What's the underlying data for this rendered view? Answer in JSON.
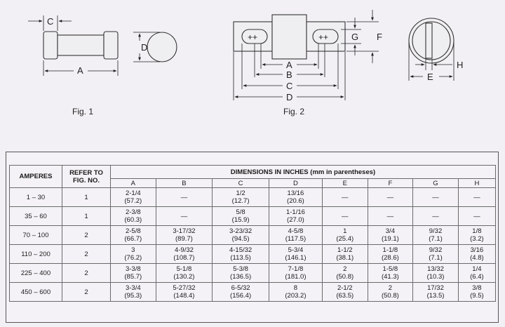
{
  "figures": {
    "fig1": {
      "caption": "Fig. 1",
      "labels": {
        "c": "C",
        "d": "D",
        "a": "A"
      }
    },
    "fig2": {
      "caption": "Fig. 2",
      "labels": {
        "a": "A",
        "b": "B",
        "c": "C",
        "d": "D",
        "g": "G",
        "f": "F"
      },
      "terminal_marks": "++"
    },
    "fig3": {
      "labels": {
        "e": "E",
        "h": "H"
      }
    }
  },
  "table": {
    "col_amperes": "AMPERES",
    "col_refer": "REFER TO FIG. NO.",
    "dimensions_heading": "DIMENSIONS IN INCHES (mm in parentheses)",
    "dim_columns": [
      "A",
      "B",
      "C",
      "D",
      "E",
      "F",
      "G",
      "H"
    ],
    "rows": [
      {
        "amperes": "1 – 30",
        "fig": "1",
        "dims": [
          [
            "2-1/4",
            "(57.2)"
          ],
          [
            "—",
            ""
          ],
          [
            "1/2",
            "(12.7)"
          ],
          [
            "13/16",
            "(20.6)"
          ],
          [
            "—",
            ""
          ],
          [
            "—",
            ""
          ],
          [
            "—",
            ""
          ],
          [
            "—",
            ""
          ]
        ]
      },
      {
        "amperes": "35 – 60",
        "fig": "1",
        "dims": [
          [
            "2-3/8",
            "(60.3)"
          ],
          [
            "—",
            ""
          ],
          [
            "5/8",
            "(15.9)"
          ],
          [
            "1-1/16",
            "(27.0)"
          ],
          [
            "—",
            ""
          ],
          [
            "—",
            ""
          ],
          [
            "—",
            ""
          ],
          [
            "—",
            ""
          ]
        ]
      },
      {
        "amperes": "70 – 100",
        "fig": "2",
        "dims": [
          [
            "2-5/8",
            "(66.7)"
          ],
          [
            "3-17/32",
            "(89.7)"
          ],
          [
            "3-23/32",
            "(94.5)"
          ],
          [
            "4-5/8",
            "(117.5)"
          ],
          [
            "1",
            "(25.4)"
          ],
          [
            "3/4",
            "(19.1)"
          ],
          [
            "9/32",
            "(7.1)"
          ],
          [
            "1/8",
            "(3.2)"
          ]
        ]
      },
      {
        "amperes": "110 – 200",
        "fig": "2",
        "dims": [
          [
            "3",
            "(76.2)"
          ],
          [
            "4-9/32",
            "(108.7)"
          ],
          [
            "4-15/32",
            "(113.5)"
          ],
          [
            "5-3/4",
            "(146.1)"
          ],
          [
            "1-1/2",
            "(38.1)"
          ],
          [
            "1-1/8",
            "(28.6)"
          ],
          [
            "9/32",
            "(7.1)"
          ],
          [
            "3/16",
            "(4.8)"
          ]
        ]
      },
      {
        "amperes": "225 – 400",
        "fig": "2",
        "dims": [
          [
            "3-3/8",
            "(85.7)"
          ],
          [
            "5-1/8",
            "(130.2)"
          ],
          [
            "5-3/8",
            "(136.5)"
          ],
          [
            "7-1/8",
            "(181.0)"
          ],
          [
            "2",
            "(50.8)"
          ],
          [
            "1-5/8",
            "(41.3)"
          ],
          [
            "13/32",
            "(10.3)"
          ],
          [
            "1/4",
            "(6.4)"
          ]
        ]
      },
      {
        "amperes": "450 – 600",
        "fig": "2",
        "dims": [
          [
            "3-3/4",
            "(95.3)"
          ],
          [
            "5-27/32",
            "(148.4)"
          ],
          [
            "6-5/32",
            "(156.4)"
          ],
          [
            "8",
            "(203.2)"
          ],
          [
            "2-1/2",
            "(63.5)"
          ],
          [
            "2",
            "(50.8)"
          ],
          [
            "17/32",
            "(13.5)"
          ],
          [
            "3/8",
            "(9.5)"
          ]
        ]
      }
    ]
  }
}
